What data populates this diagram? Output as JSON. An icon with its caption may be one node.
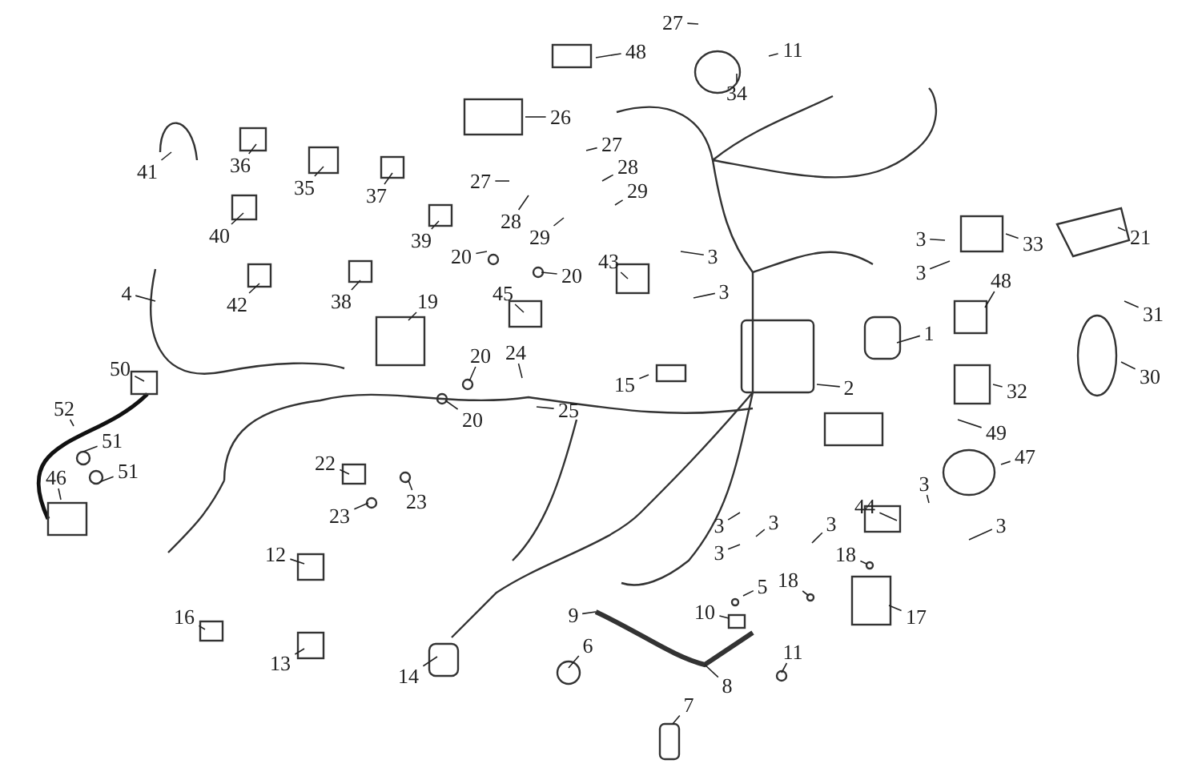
{
  "diagram": {
    "nodes": [
      {
        "text": [
          "27"
        ]
      },
      {
        "text": [
          "48"
        ]
      },
      {
        "text": [
          "11"
        ]
      },
      {
        "text": [
          "34"
        ]
      },
      {
        "text": [
          "26"
        ]
      },
      {
        "text": [
          "27"
        ]
      },
      {
        "text": [
          "28"
        ]
      },
      {
        "text": [
          "29"
        ]
      },
      {
        "text": [
          "41"
        ]
      },
      {
        "text": [
          "36"
        ]
      },
      {
        "text": [
          "35"
        ]
      },
      {
        "text": [
          "37"
        ]
      },
      {
        "text": [
          "27"
        ]
      },
      {
        "text": [
          "28"
        ]
      },
      {
        "text": [
          "29"
        ]
      },
      {
        "text": [
          "40"
        ]
      },
      {
        "text": [
          "39"
        ]
      },
      {
        "text": [
          "43"
        ]
      },
      {
        "text": [
          "3"
        ]
      },
      {
        "text": [
          "3"
        ]
      },
      {
        "text": [
          "33"
        ]
      },
      {
        "text": [
          "21"
        ]
      },
      {
        "text": [
          "20"
        ]
      },
      {
        "text": [
          "20"
        ]
      },
      {
        "text": [
          "3"
        ]
      },
      {
        "text": [
          "3"
        ]
      },
      {
        "text": [
          "48"
        ]
      },
      {
        "text": [
          "45"
        ]
      },
      {
        "text": [
          "4"
        ]
      },
      {
        "text": [
          "42"
        ]
      },
      {
        "text": [
          "38"
        ]
      },
      {
        "text": [
          "19"
        ]
      },
      {
        "text": [
          "31"
        ]
      },
      {
        "text": [
          "1"
        ]
      },
      {
        "text": [
          "24"
        ]
      },
      {
        "text": [
          "20"
        ]
      },
      {
        "text": [
          "50"
        ]
      },
      {
        "text": [
          "30"
        ]
      },
      {
        "text": [
          "15"
        ]
      },
      {
        "text": [
          "2"
        ]
      },
      {
        "text": [
          "32"
        ]
      },
      {
        "text": [
          "52"
        ]
      },
      {
        "text": [
          "25"
        ]
      },
      {
        "text": [
          "20"
        ]
      },
      {
        "text": [
          "49"
        ]
      },
      {
        "text": [
          "51"
        ]
      },
      {
        "text": [
          "47"
        ]
      },
      {
        "text": [
          "22"
        ]
      },
      {
        "text": [
          "51"
        ]
      },
      {
        "text": [
          "46"
        ]
      },
      {
        "text": [
          "3"
        ]
      },
      {
        "text": [
          "23"
        ]
      },
      {
        "text": [
          "44"
        ]
      },
      {
        "text": [
          "23"
        ]
      },
      {
        "text": [
          "3"
        ]
      },
      {
        "text": [
          "3"
        ]
      },
      {
        "text": [
          "3"
        ]
      },
      {
        "text": [
          "3"
        ]
      },
      {
        "text": [
          "3"
        ]
      },
      {
        "text": [
          "12"
        ]
      },
      {
        "text": [
          "18"
        ]
      },
      {
        "text": [
          "18"
        ]
      },
      {
        "text": [
          "5"
        ]
      },
      {
        "text": [
          "9"
        ]
      },
      {
        "text": [
          "10"
        ]
      },
      {
        "text": [
          "16"
        ]
      },
      {
        "text": [
          "17"
        ]
      },
      {
        "text": [
          "11"
        ]
      },
      {
        "text": [
          "6"
        ]
      },
      {
        "text": [
          "13"
        ]
      },
      {
        "text": [
          "14"
        ]
      },
      {
        "text": [
          "8"
        ]
      },
      {
        "text": [
          "7"
        ]
      }
    ],
    "edges": [
      {
        "from": 0,
        "to": null,
        "arrow": "none"
      },
      {
        "from": 1,
        "to": null,
        "arrow": "none"
      },
      {
        "from": 2,
        "to": null,
        "arrow": "none"
      },
      {
        "from": 3,
        "to": null,
        "arrow": "none"
      },
      {
        "from": 4,
        "to": null,
        "arrow": "none"
      },
      {
        "from": 5,
        "to": null,
        "arrow": "none"
      },
      {
        "from": 6,
        "to": null,
        "arrow": "none"
      },
      {
        "from": 7,
        "to": null,
        "arrow": "none"
      },
      {
        "from": 8,
        "to": null,
        "arrow": "none"
      },
      {
        "from": 9,
        "to": null,
        "arrow": "none"
      },
      {
        "from": 10,
        "to": null,
        "arrow": "none"
      },
      {
        "from": 11,
        "to": null,
        "arrow": "none"
      },
      {
        "from": 12,
        "to": null,
        "arrow": "none"
      },
      {
        "from": 13,
        "to": null,
        "arrow": "none"
      },
      {
        "from": 14,
        "to": null,
        "arrow": "none"
      },
      {
        "from": 15,
        "to": null,
        "arrow": "none"
      },
      {
        "from": 16,
        "to": null,
        "arrow": "none"
      },
      {
        "from": 17,
        "to": null,
        "arrow": "none"
      },
      {
        "from": 18,
        "to": null,
        "arrow": "none"
      },
      {
        "from": 19,
        "to": null,
        "arrow": "none"
      },
      {
        "from": 20,
        "to": null,
        "arrow": "none"
      },
      {
        "from": 21,
        "to": null,
        "arrow": "none"
      },
      {
        "from": 22,
        "to": null,
        "arrow": "none"
      },
      {
        "from": 23,
        "to": null,
        "arrow": "none"
      },
      {
        "from": 24,
        "to": null,
        "arrow": "none"
      },
      {
        "from": 25,
        "to": null,
        "arrow": "none"
      },
      {
        "from": 26,
        "to": null,
        "arrow": "none"
      },
      {
        "from": 27,
        "to": null,
        "arrow": "none"
      },
      {
        "from": 28,
        "to": null,
        "arrow": "none"
      },
      {
        "from": 29,
        "to": null,
        "arrow": "none"
      },
      {
        "from": 30,
        "to": null,
        "arrow": "none"
      },
      {
        "from": 31,
        "to": null,
        "arrow": "none"
      },
      {
        "from": 32,
        "to": null,
        "arrow": "none"
      },
      {
        "from": 33,
        "to": null,
        "arrow": "none"
      },
      {
        "from": 34,
        "to": null,
        "arrow": "none"
      },
      {
        "from": 35,
        "to": null,
        "arrow": "none"
      },
      {
        "from": 36,
        "to": null,
        "arrow": "none"
      },
      {
        "from": 37,
        "to": null,
        "arrow": "none"
      },
      {
        "from": 38,
        "to": null,
        "arrow": "none"
      },
      {
        "from": 39,
        "to": null,
        "arrow": "none"
      },
      {
        "from": 40,
        "to": null,
        "arrow": "none"
      },
      {
        "from": 41,
        "to": null,
        "arrow": "none"
      },
      {
        "from": 42,
        "to": null,
        "arrow": "none"
      },
      {
        "from": 43,
        "to": null,
        "arrow": "none"
      },
      {
        "from": 44,
        "to": null,
        "arrow": "none"
      },
      {
        "from": 45,
        "to": null,
        "arrow": "none"
      },
      {
        "from": 46,
        "to": null,
        "arrow": "none"
      },
      {
        "from": 47,
        "to": null,
        "arrow": "none"
      },
      {
        "from": 48,
        "to": null,
        "arrow": "none"
      },
      {
        "from": 49,
        "to": null,
        "arrow": "none"
      },
      {
        "from": 50,
        "to": null,
        "arrow": "none"
      },
      {
        "from": 51,
        "to": null,
        "arrow": "none"
      },
      {
        "from": 52,
        "to": null,
        "arrow": "none"
      },
      {
        "from": 53,
        "to": null,
        "arrow": "none"
      },
      {
        "from": 54,
        "to": null,
        "arrow": "none"
      },
      {
        "from": 55,
        "to": null,
        "arrow": "none"
      },
      {
        "from": 56,
        "to": null,
        "arrow": "none"
      },
      {
        "from": 57,
        "to": null,
        "arrow": "none"
      },
      {
        "from": 58,
        "to": null,
        "arrow": "none"
      },
      {
        "from": 59,
        "to": null,
        "arrow": "none"
      },
      {
        "from": 60,
        "to": null,
        "arrow": "none"
      },
      {
        "from": 61,
        "to": null,
        "arrow": "none"
      },
      {
        "from": 62,
        "to": null,
        "arrow": "none"
      },
      {
        "from": 63,
        "to": null,
        "arrow": "none"
      },
      {
        "from": 64,
        "to": null,
        "arrow": "none"
      },
      {
        "from": 65,
        "to": null,
        "arrow": "none"
      },
      {
        "from": 66,
        "to": null,
        "arrow": "none"
      },
      {
        "from": 67,
        "to": null,
        "arrow": "none"
      },
      {
        "from": 68,
        "to": null,
        "arrow": "none"
      },
      {
        "from": 69,
        "to": null,
        "arrow": "none"
      },
      {
        "from": 70,
        "to": null,
        "arrow": "none"
      },
      {
        "from": 71,
        "to": null,
        "arrow": "none"
      },
      {
        "from": 72,
        "to": null,
        "arrow": "none"
      }
    ]
  }
}
